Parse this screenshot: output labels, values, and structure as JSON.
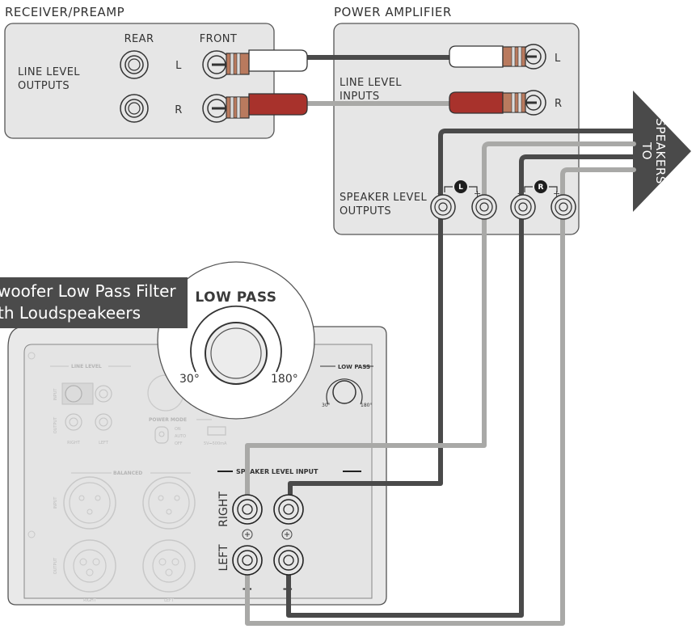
{
  "receiver": {
    "title": "RECEIVER/PREAMP",
    "rear_label": "REAR",
    "front_label": "FRONT",
    "line_level_outputs": [
      "LINE LEVEL",
      "OUTPUTS"
    ],
    "channel_left": "L",
    "channel_right": "R"
  },
  "amplifier": {
    "title": "POWER AMPLIFIER",
    "line_level_inputs": [
      "LINE LEVEL",
      "INPUTS"
    ],
    "channel_left": "L",
    "channel_right": "R",
    "speaker_level_outputs": [
      "SPEAKER LEVEL",
      "OUTPUTS"
    ],
    "badge_left": "L",
    "badge_right": "R",
    "minus": "-",
    "plus": "+"
  },
  "to_speakers": [
    "TO",
    "SPEAKERS"
  ],
  "caption": [
    "woofer Low Pass Filter",
    "th Loudspeakeers"
  ],
  "zoom": {
    "title": "LOW PASS",
    "min": "30°",
    "max": "180°"
  },
  "subwoofer": {
    "line_level": "LINE LEVEL",
    "input": "INPUT",
    "output": "OUTPUT",
    "right": "RIGHT",
    "left": "LEFT",
    "power_mode": "POWER MODE",
    "power_on": "ON",
    "power_auto": "AUTO",
    "power_off": "OFF",
    "usb": "5V⎓500mA",
    "balanced": "BALANCED",
    "low_pass": "LOW PASS",
    "low_pass_min": "30°",
    "low_pass_max": "180°",
    "speaker_level_input": "SPEAKER LEVEL INPUT",
    "speaker_right": "RIGHT",
    "speaker_left": "LEFT",
    "plus": "+",
    "minus": "−"
  },
  "colors": {
    "dark_wire": "#4a4a4a",
    "light_wire": "#a9a9a7",
    "red_plug": "#a8322c",
    "panel": "#e6e6e6",
    "caption_bg": "#4b4b4b"
  }
}
